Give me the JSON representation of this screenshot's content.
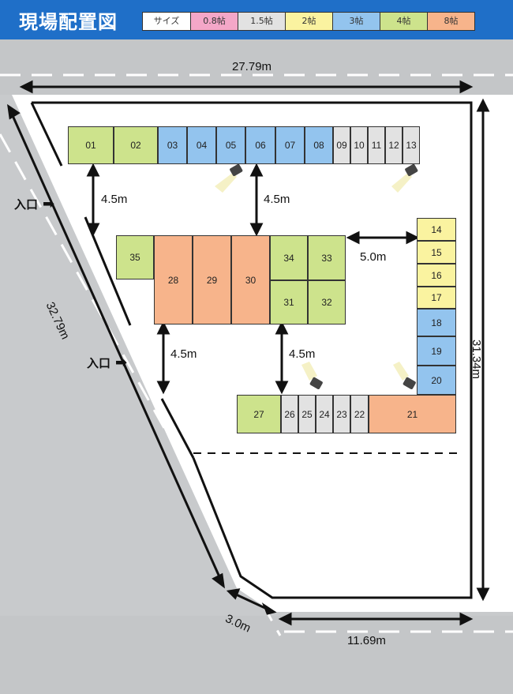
{
  "title": "現場配置図",
  "legend": [
    {
      "label": "サイズ",
      "color": "#ffffff"
    },
    {
      "label": "0.8帖",
      "color": "#f4a7c8"
    },
    {
      "label": "1.5帖",
      "color": "#e2e2e2"
    },
    {
      "label": "2帖",
      "color": "#faf3a0"
    },
    {
      "label": "3帖",
      "color": "#93c4ee"
    },
    {
      "label": "4帖",
      "color": "#cde38c"
    },
    {
      "label": "8帖",
      "color": "#f7b48b"
    }
  ],
  "units": [
    {
      "id": "01",
      "size": "4帖"
    },
    {
      "id": "02",
      "size": "4帖"
    },
    {
      "id": "03",
      "size": "3帖"
    },
    {
      "id": "04",
      "size": "3帖"
    },
    {
      "id": "05",
      "size": "3帖"
    },
    {
      "id": "06",
      "size": "3帖"
    },
    {
      "id": "07",
      "size": "3帖"
    },
    {
      "id": "08",
      "size": "3帖"
    },
    {
      "id": "09",
      "size": "1.5帖"
    },
    {
      "id": "10",
      "size": "1.5帖"
    },
    {
      "id": "11",
      "size": "1.5帖"
    },
    {
      "id": "12",
      "size": "1.5帖"
    },
    {
      "id": "13",
      "size": "1.5帖"
    },
    {
      "id": "14",
      "size": "2帖"
    },
    {
      "id": "15",
      "size": "2帖"
    },
    {
      "id": "16",
      "size": "2帖"
    },
    {
      "id": "17",
      "size": "2帖"
    },
    {
      "id": "18",
      "size": "3帖"
    },
    {
      "id": "19",
      "size": "3帖"
    },
    {
      "id": "20",
      "size": "3帖"
    },
    {
      "id": "21",
      "size": "8帖"
    },
    {
      "id": "22",
      "size": "1.5帖"
    },
    {
      "id": "23",
      "size": "1.5帖"
    },
    {
      "id": "24",
      "size": "1.5帖"
    },
    {
      "id": "25",
      "size": "1.5帖"
    },
    {
      "id": "26",
      "size": "1.5帖"
    },
    {
      "id": "27",
      "size": "4帖"
    },
    {
      "id": "28",
      "size": "8帖"
    },
    {
      "id": "29",
      "size": "8帖"
    },
    {
      "id": "30",
      "size": "8帖"
    },
    {
      "id": "31",
      "size": "4帖"
    },
    {
      "id": "32",
      "size": "4帖"
    },
    {
      "id": "33",
      "size": "4帖"
    },
    {
      "id": "34",
      "size": "4帖"
    },
    {
      "id": "35",
      "size": "4帖"
    }
  ],
  "dimensions": {
    "top_width": "27.79m",
    "right_height": "31.34m",
    "left_length": "32.79m",
    "bottom_width": "11.69m",
    "corner": "3.0m",
    "aisle_1": "4.5m",
    "aisle_2": "4.5m",
    "aisle_3": "4.5m",
    "aisle_4": "4.5m",
    "gap_right": "5.0m"
  },
  "entrances": [
    "入口",
    "入口"
  ]
}
